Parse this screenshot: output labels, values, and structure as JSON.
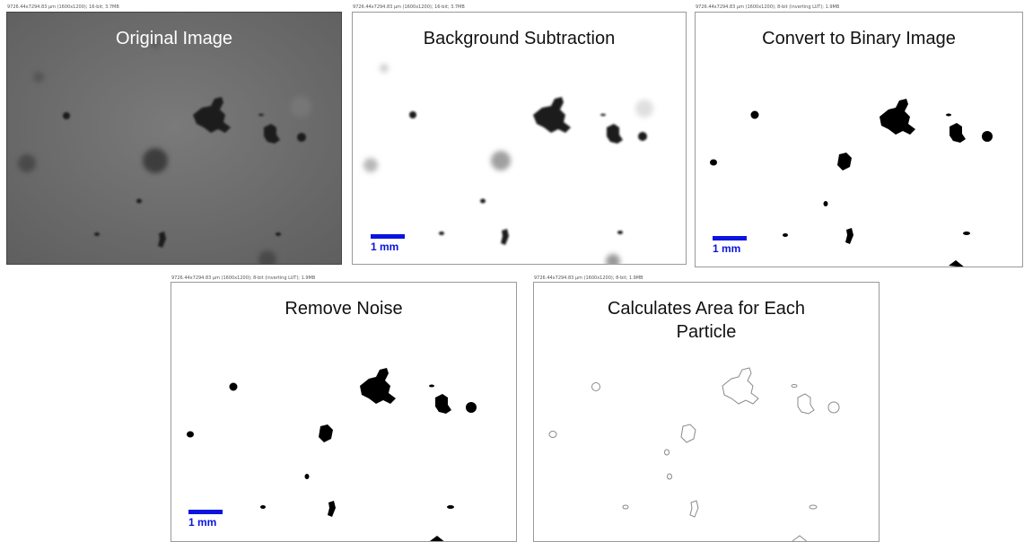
{
  "panels": [
    {
      "id": "original",
      "meta": "9726.44x7294.83 µm (1600x1200); 16-bit; 3.7MB",
      "title": "Original Image"
    },
    {
      "id": "background",
      "meta": "9726.44x7294.83 µm (1600x1200); 16-bit; 3.7MB",
      "title": "Background Subtraction",
      "scale_label": "1 mm"
    },
    {
      "id": "binary",
      "meta": "9726.44x7294.83 µm (1600x1200); 8-bit (inverting LUT); 1.9MB",
      "title": "Convert to Binary Image",
      "scale_label": "1 mm"
    },
    {
      "id": "noise",
      "meta": "9726.44x7294.83 µm (1600x1200); 8-bit (inverting LUT); 1.9MB",
      "title": "Remove Noise",
      "scale_label": "1 mm"
    },
    {
      "id": "area",
      "meta": "9726.44x7294.83 µm (1600x1200); 8-bit; 1.9MB",
      "title_lines": [
        "Calculates Area for Each",
        "Particle"
      ]
    }
  ],
  "colors": {
    "scale_bar": "#0a14e0",
    "original_background": "#6a6a6a"
  }
}
